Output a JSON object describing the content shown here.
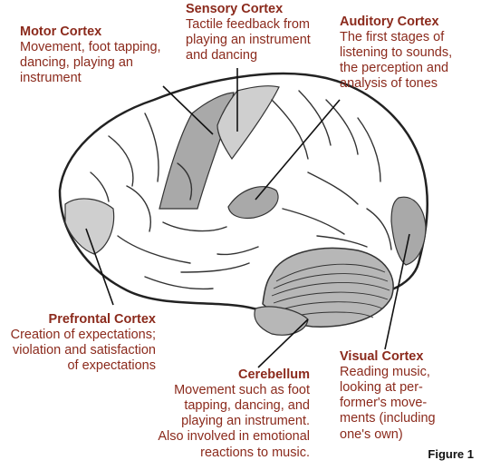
{
  "labels": {
    "motor": {
      "title": "Motor Cortex",
      "desc": "Movement, foot tapping,\ndancing, playing an\ninstrument"
    },
    "sensory": {
      "title": "Sensory Cortex",
      "desc": "Tactile feedback from\nplaying an instrument\nand dancing"
    },
    "auditory": {
      "title": "Auditory Cortex",
      "desc": "The first stages of\nlistening to sounds,\nthe perception and\nanalysis of tones"
    },
    "prefrontal": {
      "title": "Prefrontal Cortex",
      "desc": "Creation of expectations;\nviolation and satisfaction\nof expectations"
    },
    "cerebellum": {
      "title": "Cerebellum",
      "desc": "Movement such as foot\ntapping, dancing, and\nplaying an instrument.\nAlso involved in emotional\nreactions to music."
    },
    "visual": {
      "title": "Visual Cortex",
      "desc": "Reading music,\nlooking at per-\nformer's move-\nments (including\none's own)"
    }
  },
  "figure_label": "Figure 1",
  "colors": {
    "label_text": "#8b2a1c",
    "region_fill": "#a9a9a9",
    "brain_outline": "#222222",
    "brain_fill": "#ffffff"
  }
}
